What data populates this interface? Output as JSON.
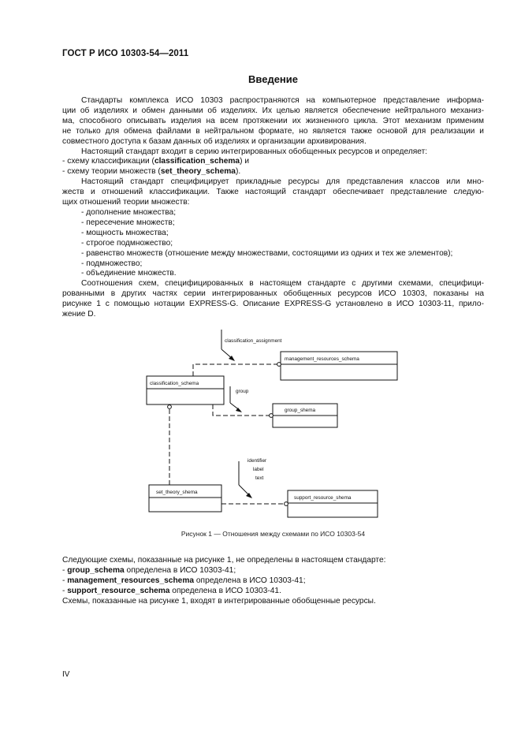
{
  "header": "ГОСТ Р ИСО 10303-54—2011",
  "title": "Введение",
  "paragraphs": {
    "p1_l1": "Стандарты комплекса ИСО 10303 распространяются на компьютерное представление информа-",
    "p1_l2": "ции об изделиях и обмен данными об изделиях. Их целью является обеспечение нейтрального механиз-",
    "p1_l3": "ма, способного описывать изделия на всем протяжении их жизненного цикла. Этот механизм применим",
    "p1_l4": "не только для обмена файлами в нейтральном формате, но является также основой для реализации и",
    "p1_l5": "совместного доступа к базам данных об изделиях и организации архивирования.",
    "p2": "Настоящий стандарт входит в серию интегрированных обобщенных ресурсов и определяет:",
    "p3_prefix": "- схему классификации (",
    "p3_bold": "classification_schema",
    "p3_suffix": ") и",
    "p4_prefix": "- схему теории множеств (",
    "p4_bold": "set_theory_schema",
    "p4_suffix": ").",
    "p5_l1": "Настоящий стандарт специфицирует прикладные ресурсы для представления классов или мно-",
    "p5_l2": "жеств и отношений классификации. Также настоящий стандарт обеспечивает представление следую-",
    "p5_l3": "щих отношений теории множеств:",
    "list": [
      "- дополнение множества;",
      "- пересечение множеств;",
      "- мощность множества;",
      "- строгое подмножество;",
      "- равенство множеств (отношение между множествами, состоящими из одних и тех же элементов);",
      "- подмножество;",
      "- объединение множеств."
    ],
    "p6_l1": "Соотношения схем, специфицированных в настоящем стандарте с другими схемами, специфици-",
    "p6_l2": "рованными в других частях серии интегрированных обобщенных ресурсов ИСО 10303, показаны на",
    "p6_l3": "рисунке 1 с помощью нотации EXPRESS-G. Описание EXPRESS-G установлено в ИСО 10303-11, прило-",
    "p6_l4": "жение D."
  },
  "diagram": {
    "label_classification_assignment": "classification_assignment",
    "box_management": "management_resources_schema",
    "box_classification": "classification_schema",
    "label_group": "group",
    "box_group": "group_shema",
    "label_identifier": "identifier",
    "label_label": "label",
    "label_text": "text",
    "box_set_theory": "set_theory_shema",
    "box_support": "support_resource_shema"
  },
  "caption": "Рисунок 1 — Отношения между схемами по ИСО 10303-54",
  "after": {
    "a1": "Следующие схемы, показанные на рисунке 1, не определены в настоящем стандарте:",
    "a2_bold": "group_schema",
    "a2_suffix": " определена в ИСО 10303-41;",
    "a3_bold": "management_resources_schema",
    "a3_suffix": " определена в ИСО 10303-41;",
    "a4_bold": "support_resource_schema",
    "a4_suffix": " определена в ИСО 10303-41.",
    "a5": "Схемы, показанные на рисунке 1, входят в интегрированные обобщенные ресурсы."
  },
  "page_number": "IV"
}
